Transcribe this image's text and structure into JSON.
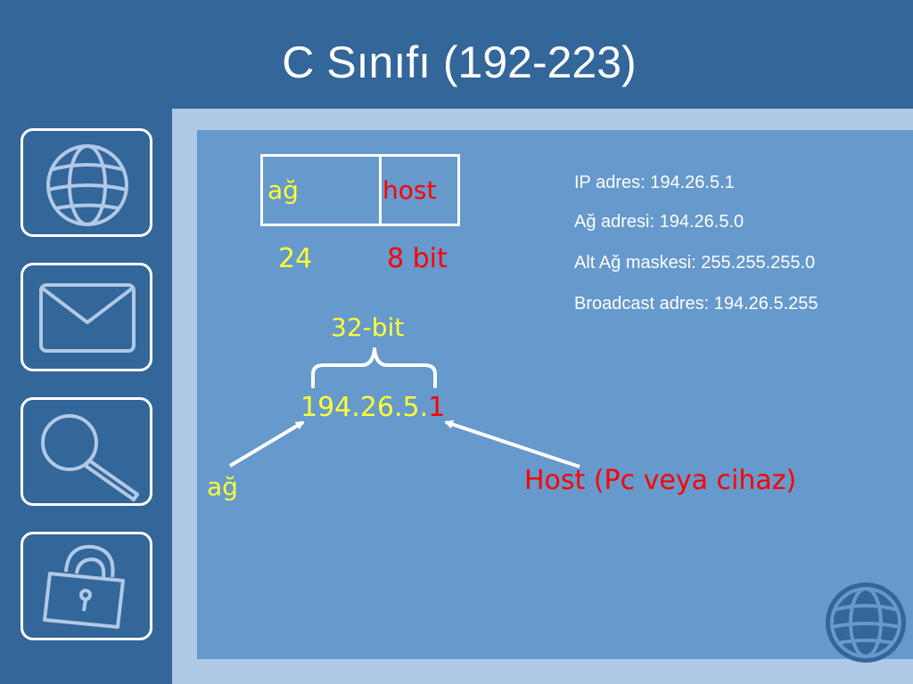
{
  "title": "C Sınıfı (192-223)",
  "side_icons": [
    "globe-icon",
    "envelope-icon",
    "magnifier-icon",
    "padlock-icon"
  ],
  "corner_icon": "globe-icon",
  "colors": {
    "background": "#336699",
    "content": "#6699cc",
    "frame": "#b0c9e6",
    "network": "#ffff33",
    "host": "#ff0000"
  },
  "diagram": {
    "box_network_label": "ağ",
    "box_host_label": "host",
    "network_bits": "24",
    "host_bits": "8 bit",
    "total_bits": "32-bit",
    "ip_network_part": "194.26.5.",
    "ip_host_part": "1",
    "network_pointer_label": "ağ",
    "host_pointer_label": "Host (Pc veya cihaz)"
  },
  "info": [
    "IP adres: 194.26.5.1",
    "Ağ adresi: 194.26.5.0",
    "Alt Ağ maskesi: 255.255.255.0",
    "Broadcast adres: 194.26.5.255"
  ]
}
